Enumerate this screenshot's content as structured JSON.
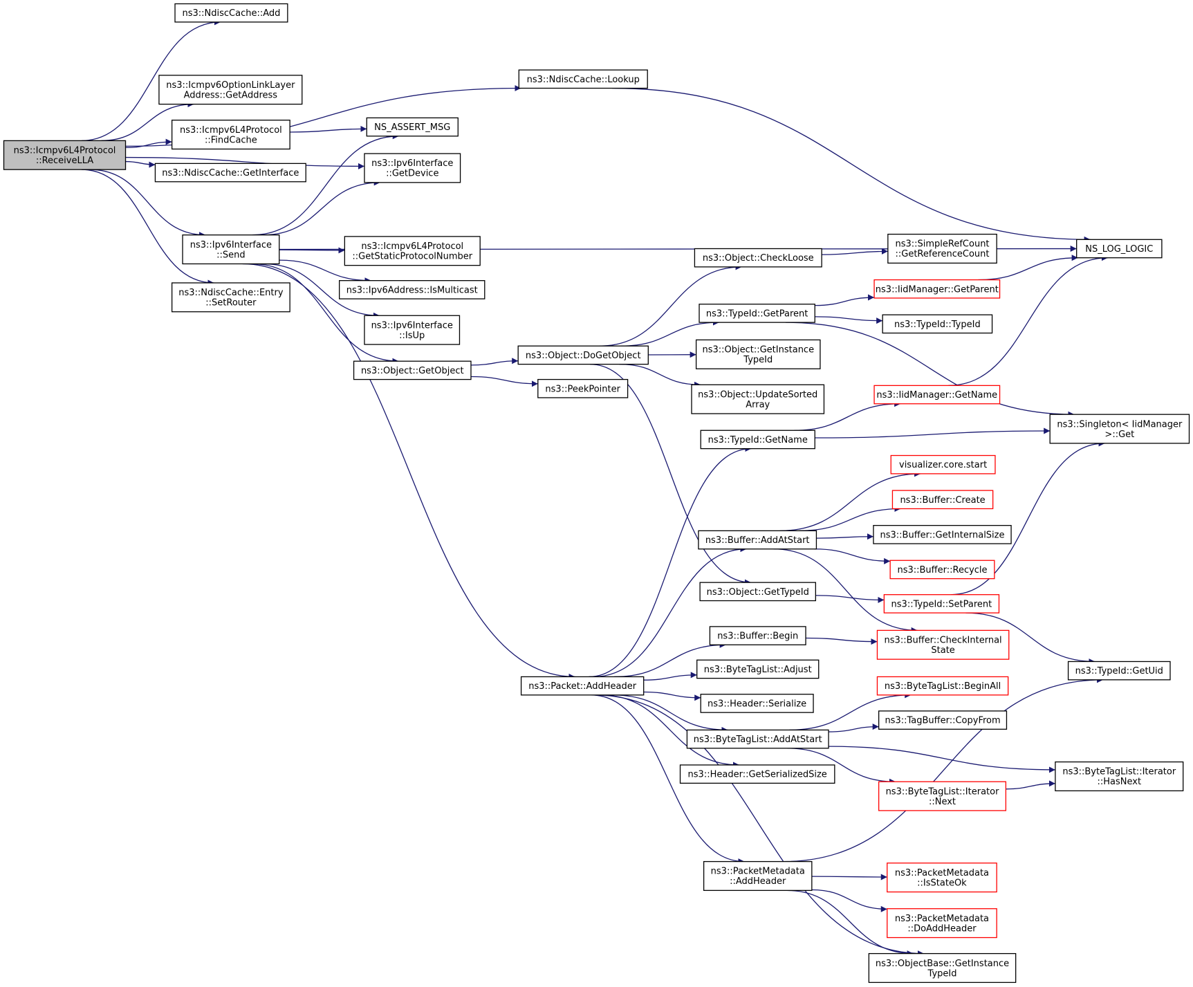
{
  "nodes": [
    {
      "id": "receive",
      "lines": [
        "ns3::Icmpv6L4Protocol",
        "::ReceiveLLA"
      ],
      "root": true
    },
    {
      "id": "nd_add",
      "lines": [
        "ns3::NdiscCache::Add"
      ]
    },
    {
      "id": "opt_getaddr",
      "lines": [
        "ns3::Icmpv6OptionLinkLayer",
        "Address::GetAddress"
      ]
    },
    {
      "id": "findcache",
      "lines": [
        "ns3::Icmpv6L4Protocol",
        "::FindCache"
      ]
    },
    {
      "id": "nd_getif",
      "lines": [
        "ns3::NdiscCache::GetInterface"
      ]
    },
    {
      "id": "if_send",
      "lines": [
        "ns3::Ipv6Interface",
        "::Send"
      ]
    },
    {
      "id": "entry_setrouter",
      "lines": [
        "ns3::NdiscCache::Entry",
        "::SetRouter"
      ]
    },
    {
      "id": "assert",
      "lines": [
        "NS_ASSERT_MSG"
      ]
    },
    {
      "id": "getdevice",
      "lines": [
        "ns3::Ipv6Interface",
        "::GetDevice"
      ]
    },
    {
      "id": "getstaticproto",
      "lines": [
        "ns3::Icmpv6L4Protocol",
        "::GetStaticProtocolNumber"
      ]
    },
    {
      "id": "ismulticast",
      "lines": [
        "ns3::Ipv6Address::IsMulticast"
      ]
    },
    {
      "id": "isup",
      "lines": [
        "ns3::Ipv6Interface",
        "::IsUp"
      ]
    },
    {
      "id": "getobject",
      "lines": [
        "ns3::Object::GetObject"
      ]
    },
    {
      "id": "lookup",
      "lines": [
        "ns3::NdiscCache::Lookup"
      ]
    },
    {
      "id": "nslog",
      "lines": [
        "NS_LOG_LOGIC"
      ]
    },
    {
      "id": "dogetobject",
      "lines": [
        "ns3::Object::DoGetObject"
      ]
    },
    {
      "id": "peekpointer",
      "lines": [
        "ns3::PeekPointer"
      ]
    },
    {
      "id": "checkloose",
      "lines": [
        "ns3::Object::CheckLoose"
      ]
    },
    {
      "id": "getrefcount",
      "lines": [
        "ns3::SimpleRefCount",
        "::GetReferenceCount"
      ]
    },
    {
      "id": "tid_getparent",
      "lines": [
        "ns3::TypeId::GetParent"
      ]
    },
    {
      "id": "iid_getparent",
      "lines": [
        "ns3::IidManager::GetParent"
      ],
      "truncated": true
    },
    {
      "id": "tid_typeid",
      "lines": [
        "ns3::TypeId::TypeId"
      ]
    },
    {
      "id": "getinstancetid",
      "lines": [
        "ns3::Object::GetInstance",
        "TypeId"
      ]
    },
    {
      "id": "updatesorted",
      "lines": [
        "ns3::Object::UpdateSorted",
        "Array"
      ]
    },
    {
      "id": "iid_getname",
      "lines": [
        "ns3::IidManager::GetName"
      ],
      "truncated": true
    },
    {
      "id": "tid_getname",
      "lines": [
        "ns3::TypeId::GetName"
      ]
    },
    {
      "id": "singleton",
      "lines": [
        "ns3::Singleton< IidManager",
        ">::Get"
      ]
    },
    {
      "id": "vis_start",
      "lines": [
        "visualizer.core.start"
      ],
      "truncated": true
    },
    {
      "id": "buf_create",
      "lines": [
        "ns3::Buffer::Create"
      ],
      "truncated": true
    },
    {
      "id": "buf_addatstart",
      "lines": [
        "ns3::Buffer::AddAtStart"
      ]
    },
    {
      "id": "buf_internalsize",
      "lines": [
        "ns3::Buffer::GetInternalSize"
      ]
    },
    {
      "id": "buf_recycle",
      "lines": [
        "ns3::Buffer::Recycle"
      ],
      "truncated": true
    },
    {
      "id": "obj_gettypeid",
      "lines": [
        "ns3::Object::GetTypeId"
      ]
    },
    {
      "id": "tid_setparent",
      "lines": [
        "ns3::TypeId::SetParent"
      ],
      "truncated": true
    },
    {
      "id": "buf_begin",
      "lines": [
        "ns3::Buffer::Begin"
      ]
    },
    {
      "id": "buf_checkinternal",
      "lines": [
        "ns3::Buffer::CheckInternal",
        "State"
      ],
      "truncated": true
    },
    {
      "id": "tid_getuid",
      "lines": [
        "ns3::TypeId::GetUid"
      ]
    },
    {
      "id": "pkt_addheader",
      "lines": [
        "ns3::Packet::AddHeader"
      ]
    },
    {
      "id": "btl_adjust",
      "lines": [
        "ns3::ByteTagList::Adjust"
      ]
    },
    {
      "id": "hdr_serialize",
      "lines": [
        "ns3::Header::Serialize"
      ]
    },
    {
      "id": "btl_beginall",
      "lines": [
        "ns3::ByteTagList::BeginAll"
      ],
      "truncated": true
    },
    {
      "id": "btl_addatstart",
      "lines": [
        "ns3::ByteTagList::AddAtStart"
      ]
    },
    {
      "id": "tagbuf_copyfrom",
      "lines": [
        "ns3::TagBuffer::CopyFrom"
      ]
    },
    {
      "id": "hdr_getsersize",
      "lines": [
        "ns3::Header::GetSerializedSize"
      ]
    },
    {
      "id": "btl_it_next",
      "lines": [
        "ns3::ByteTagList::Iterator",
        "::Next"
      ],
      "truncated": true
    },
    {
      "id": "btl_it_hasnext",
      "lines": [
        "ns3::ByteTagList::Iterator",
        "::HasNext"
      ]
    },
    {
      "id": "pm_addheader",
      "lines": [
        "ns3::PacketMetadata",
        "::AddHeader"
      ]
    },
    {
      "id": "pm_isstateok",
      "lines": [
        "ns3::PacketMetadata",
        "::IsStateOk"
      ],
      "truncated": true
    },
    {
      "id": "pm_doaddheader",
      "lines": [
        "ns3::PacketMetadata",
        "::DoAddHeader"
      ],
      "truncated": true
    },
    {
      "id": "objbase_getinstance",
      "lines": [
        "ns3::ObjectBase::GetInstance",
        "TypeId"
      ]
    }
  ],
  "edges": [
    [
      "receive",
      "nd_add"
    ],
    [
      "receive",
      "lookup"
    ],
    [
      "receive",
      "opt_getaddr"
    ],
    [
      "receive",
      "findcache"
    ],
    [
      "receive",
      "nd_getif"
    ],
    [
      "receive",
      "getdevice"
    ],
    [
      "receive",
      "if_send"
    ],
    [
      "receive",
      "entry_setrouter"
    ],
    [
      "findcache",
      "assert"
    ],
    [
      "lookup",
      "nslog"
    ],
    [
      "if_send",
      "assert"
    ],
    [
      "if_send",
      "getdevice"
    ],
    [
      "if_send",
      "nslog"
    ],
    [
      "if_send",
      "getstaticproto"
    ],
    [
      "if_send",
      "ismulticast"
    ],
    [
      "if_send",
      "isup"
    ],
    [
      "if_send",
      "getobject"
    ],
    [
      "if_send",
      "pkt_addheader"
    ],
    [
      "getobject",
      "dogetobject"
    ],
    [
      "getobject",
      "peekpointer"
    ],
    [
      "dogetobject",
      "checkloose"
    ],
    [
      "dogetobject",
      "tid_getparent"
    ],
    [
      "dogetobject",
      "getinstancetid"
    ],
    [
      "dogetobject",
      "updatesorted"
    ],
    [
      "dogetobject",
      "obj_gettypeid"
    ],
    [
      "checkloose",
      "getrefcount"
    ],
    [
      "tid_getparent",
      "iid_getparent"
    ],
    [
      "tid_getparent",
      "tid_typeid"
    ],
    [
      "tid_getparent",
      "singleton"
    ],
    [
      "iid_getparent",
      "nslog"
    ],
    [
      "iid_getname",
      "nslog"
    ],
    [
      "tid_getname",
      "iid_getname"
    ],
    [
      "tid_getname",
      "singleton"
    ],
    [
      "buf_addatstart",
      "vis_start"
    ],
    [
      "buf_addatstart",
      "buf_create"
    ],
    [
      "buf_addatstart",
      "buf_internalsize"
    ],
    [
      "buf_addatstart",
      "buf_recycle"
    ],
    [
      "buf_addatstart",
      "buf_checkinternal"
    ],
    [
      "obj_gettypeid",
      "tid_setparent"
    ],
    [
      "tid_setparent",
      "singleton"
    ],
    [
      "tid_setparent",
      "tid_getuid"
    ],
    [
      "buf_begin",
      "buf_checkinternal"
    ],
    [
      "pkt_addheader",
      "tid_getname"
    ],
    [
      "pkt_addheader",
      "buf_addatstart"
    ],
    [
      "pkt_addheader",
      "buf_begin"
    ],
    [
      "pkt_addheader",
      "btl_adjust"
    ],
    [
      "pkt_addheader",
      "hdr_serialize"
    ],
    [
      "pkt_addheader",
      "btl_addatstart"
    ],
    [
      "pkt_addheader",
      "hdr_getsersize"
    ],
    [
      "pkt_addheader",
      "pm_addheader"
    ],
    [
      "pkt_addheader",
      "objbase_getinstance"
    ],
    [
      "btl_addatstart",
      "btl_beginall"
    ],
    [
      "btl_addatstart",
      "tagbuf_copyfrom"
    ],
    [
      "btl_addatstart",
      "btl_it_hasnext"
    ],
    [
      "btl_addatstart",
      "btl_it_next"
    ],
    [
      "btl_it_next",
      "btl_it_hasnext"
    ],
    [
      "pm_addheader",
      "tid_getuid"
    ],
    [
      "pm_addheader",
      "pm_isstateok"
    ],
    [
      "pm_addheader",
      "pm_doaddheader"
    ],
    [
      "pm_addheader",
      "objbase_getinstance"
    ]
  ]
}
